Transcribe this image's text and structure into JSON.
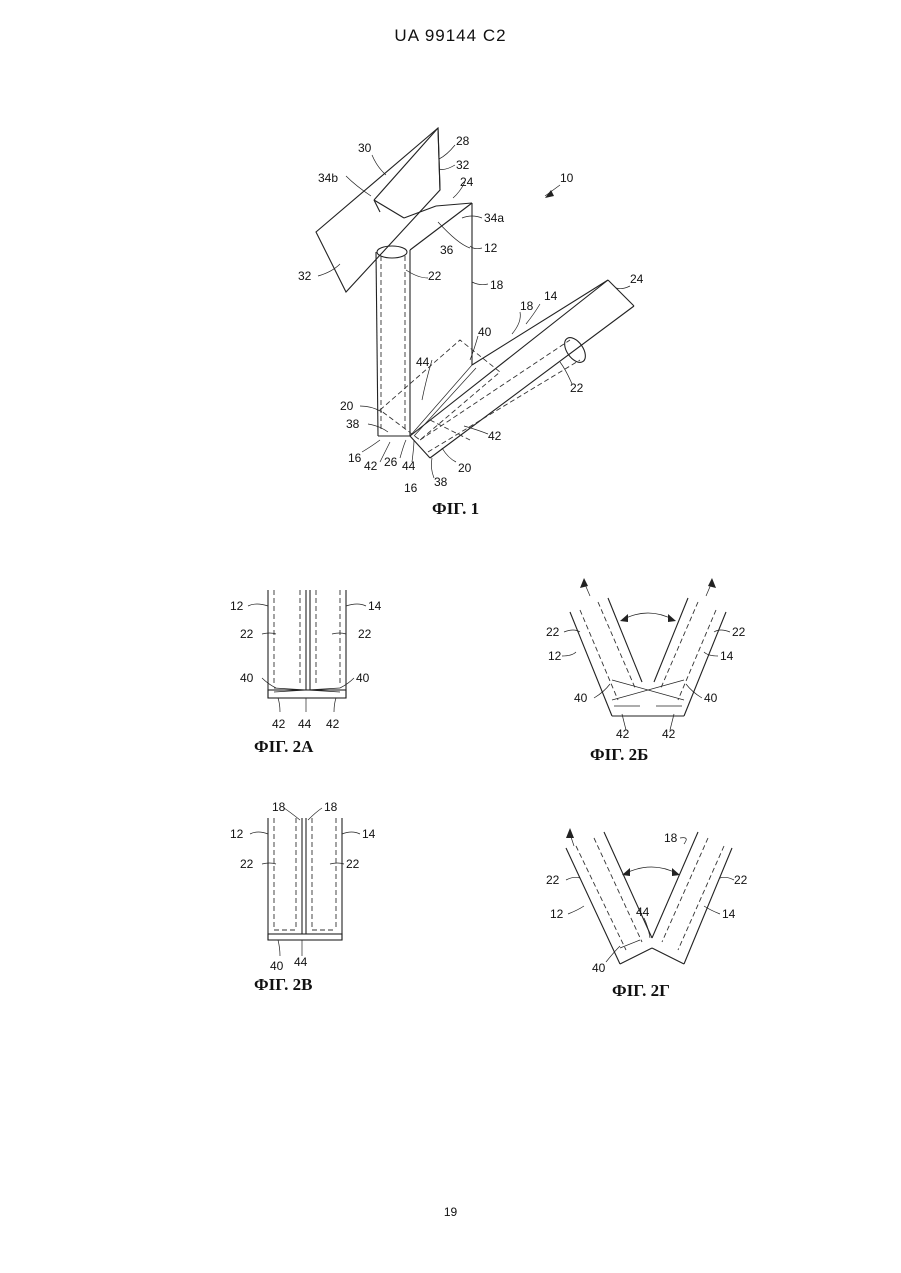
{
  "document": {
    "header": "UA   99144   C2",
    "page_number": "19"
  },
  "figures": {
    "fig1": {
      "caption": "ФІГ. 1",
      "labels": {
        "l10": "10",
        "l12": "12",
        "l14": "14",
        "l16a": "16",
        "l16b": "16",
        "l18a": "18",
        "l18b": "18",
        "l20a": "20",
        "l20b": "20",
        "l22a": "22",
        "l22b": "22",
        "l24a": "24",
        "l24b": "24",
        "l26": "26",
        "l28": "28",
        "l30": "30",
        "l32a": "32",
        "l32b": "32",
        "l34a": "34a",
        "l34b": "34b",
        "l36": "36",
        "l38a": "38",
        "l38b": "38",
        "l40": "40",
        "l42a": "42",
        "l42b": "42",
        "l44a": "44",
        "l44b": "44"
      }
    },
    "fig2a": {
      "caption": "ФІГ. 2А",
      "labels": {
        "l12": "12",
        "l14": "14",
        "l22a": "22",
        "l22b": "22",
        "l40a": "40",
        "l40b": "40",
        "l42a": "42",
        "l44": "44",
        "l42b": "42"
      }
    },
    "fig2b": {
      "caption": "ФІГ. 2Б",
      "labels": {
        "l22a": "22",
        "l22b": "22",
        "l12": "12",
        "l14": "14",
        "l40a": "40",
        "l40b": "40",
        "l42a": "42",
        "l42b": "42"
      }
    },
    "fig2v": {
      "caption": "ФІГ. 2В",
      "labels": {
        "l18a": "18",
        "l18b": "18",
        "l12": "12",
        "l14": "14",
        "l22a": "22",
        "l22b": "22",
        "l40": "40",
        "l44": "44"
      }
    },
    "fig2g": {
      "caption": "ФІГ. 2Г",
      "labels": {
        "l18": "18",
        "l22a": "22",
        "l22b": "22",
        "l12": "12",
        "l44": "44",
        "l14": "14",
        "l40": "40"
      }
    }
  }
}
